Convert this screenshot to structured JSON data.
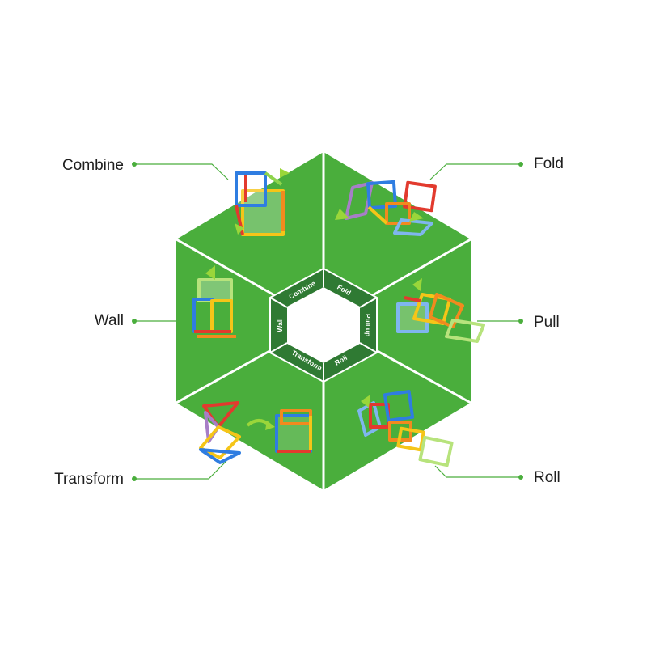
{
  "diagram": {
    "theme": {
      "hex_green": "#4aae3c",
      "inner_green": "#2f7a33",
      "divider": "#ffffff",
      "leader_line": "#4aae3c"
    },
    "callouts": {
      "combine": "Combine",
      "fold": "Fold",
      "wall": "Wall",
      "pull": "Pull",
      "transform": "Transform",
      "roll": "Roll"
    },
    "inner_ring": {
      "combine": "Combine",
      "fold": "Fold",
      "pull_up": "Pull up",
      "roll": "Roll",
      "transform": "Transform",
      "wall": "Wall"
    },
    "illustrations": [
      "combine-cube-icon",
      "fold-tiles-icon",
      "wall-cube-icon",
      "pull-tiles-icon",
      "transform-prism-icon",
      "roll-tiles-icon"
    ]
  }
}
